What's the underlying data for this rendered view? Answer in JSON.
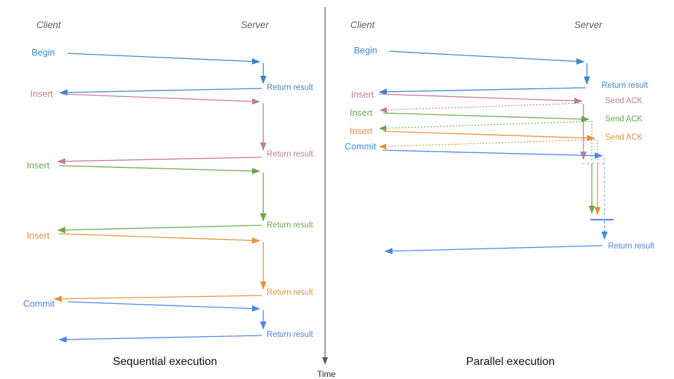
{
  "palette": {
    "begin_blue": "#3d85c6",
    "insert_pink": "#c27ba0",
    "insert_green": "#6aa84f",
    "insert_orange": "#e69138",
    "commit_blue": "#4a86e8",
    "wait_blue": "#8ab0ef",
    "barrier_pink": "#d5a6bd",
    "timeline_gray": "#595959"
  },
  "timeline": {
    "label": "Time"
  },
  "sequential": {
    "title": "Sequential execution",
    "client": "Client",
    "server": "Server",
    "steps": [
      {
        "request": "Begin",
        "response": "Return result"
      },
      {
        "request": "Insert",
        "response": "Return result"
      },
      {
        "request": "Insert",
        "response": "Return result"
      },
      {
        "request": "Insert",
        "response": "Return result"
      },
      {
        "request": "Commit",
        "response": "Return result"
      }
    ]
  },
  "parallel": {
    "title": "Parallel execution",
    "client": "Client",
    "server": "Server",
    "steps": [
      {
        "request": "Begin",
        "response": "Return result"
      },
      {
        "request": "Insert",
        "response": "Send ACK"
      },
      {
        "request": "Insert",
        "response": "Send ACK"
      },
      {
        "request": "Insert",
        "response": "Send ACK"
      },
      {
        "request": "Commit",
        "response": "Return result"
      }
    ]
  }
}
